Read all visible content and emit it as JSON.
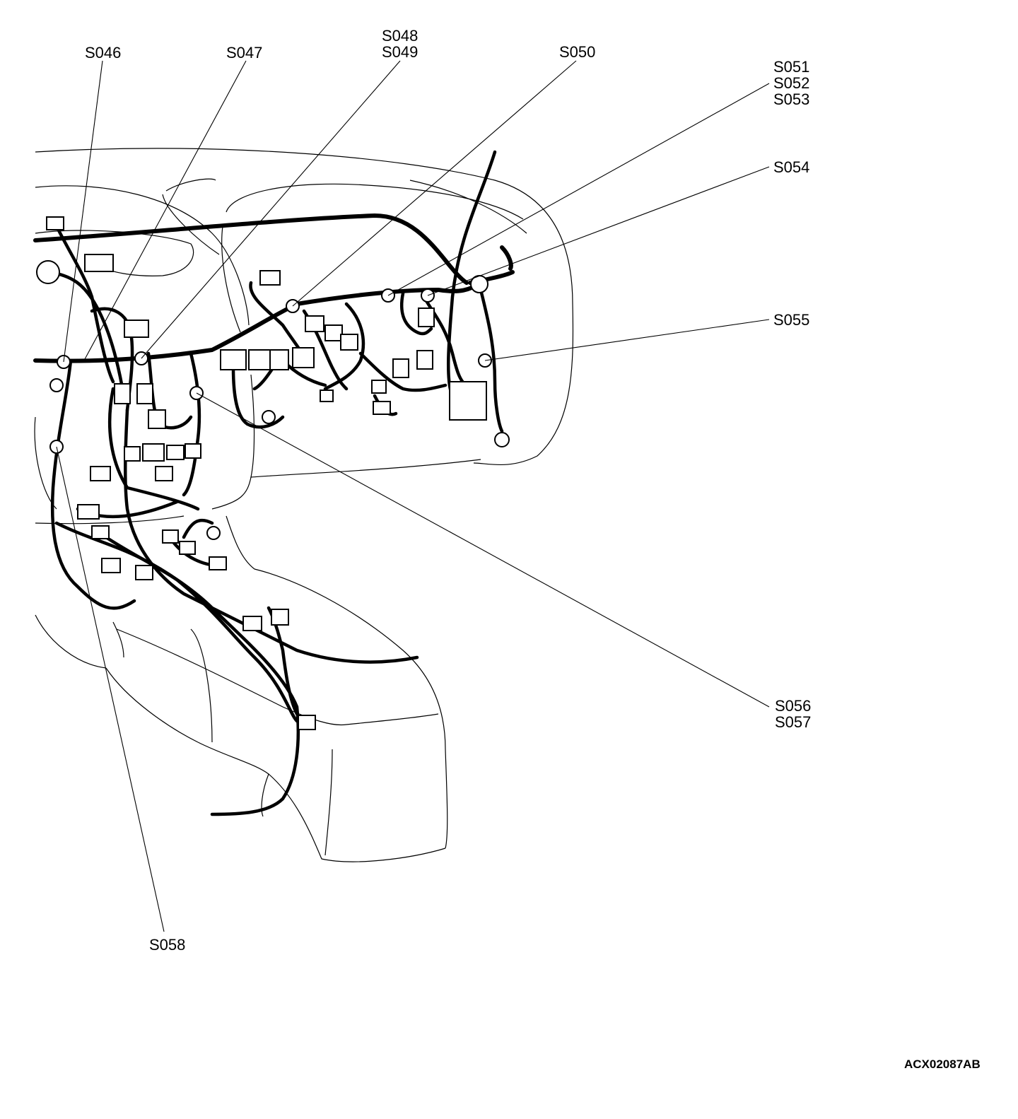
{
  "splice_labels": {
    "s046": "S046",
    "s047": "S047",
    "s048_s049": [
      "S048",
      "S049"
    ],
    "s050": "S050",
    "s051_s053": [
      "S051",
      "S052",
      "S053"
    ],
    "s054": "S054",
    "s055": "S055",
    "s056_s057": [
      "S056",
      "S057"
    ],
    "s058": "S058"
  },
  "figure_code": "ACX02087AB"
}
